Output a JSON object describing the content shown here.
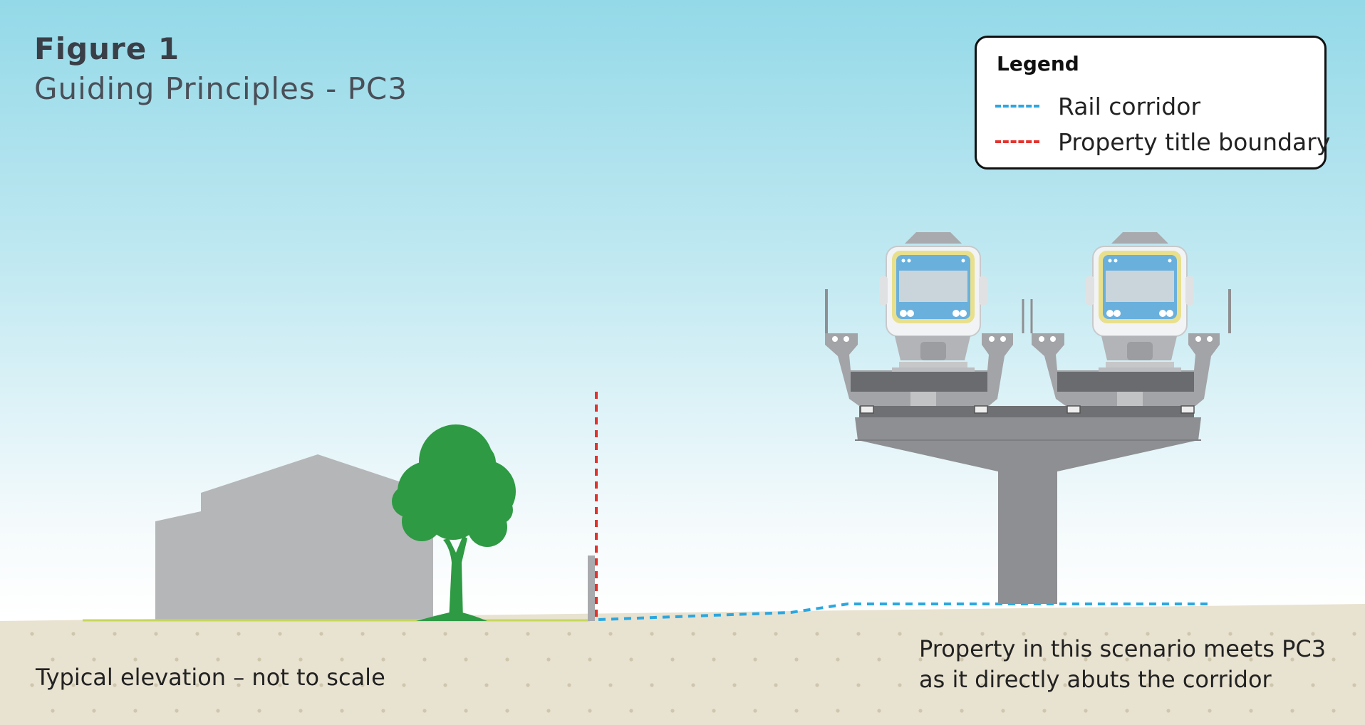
{
  "figure": {
    "title": "Figure 1",
    "subtitle": "Guiding Principles - PC3"
  },
  "legend": {
    "title": "Legend",
    "items": [
      {
        "label": "Rail corridor",
        "color": "#2aa7e0"
      },
      {
        "label": "Property title boundary",
        "color": "#e5322d"
      }
    ]
  },
  "captions": {
    "left": "Typical elevation – not to scale",
    "right_line1": "Property in this scenario meets PC3",
    "right_line2": "as it directly abuts the corridor"
  },
  "colors": {
    "sky_top": "#94d9e8",
    "ground": "#e8e2d0",
    "building": "#b5b6b8",
    "tree": "#2e9a43",
    "viaduct": "#8e8f92",
    "train_yellow": "#e8e08c",
    "train_blue": "#6ab0dc"
  }
}
